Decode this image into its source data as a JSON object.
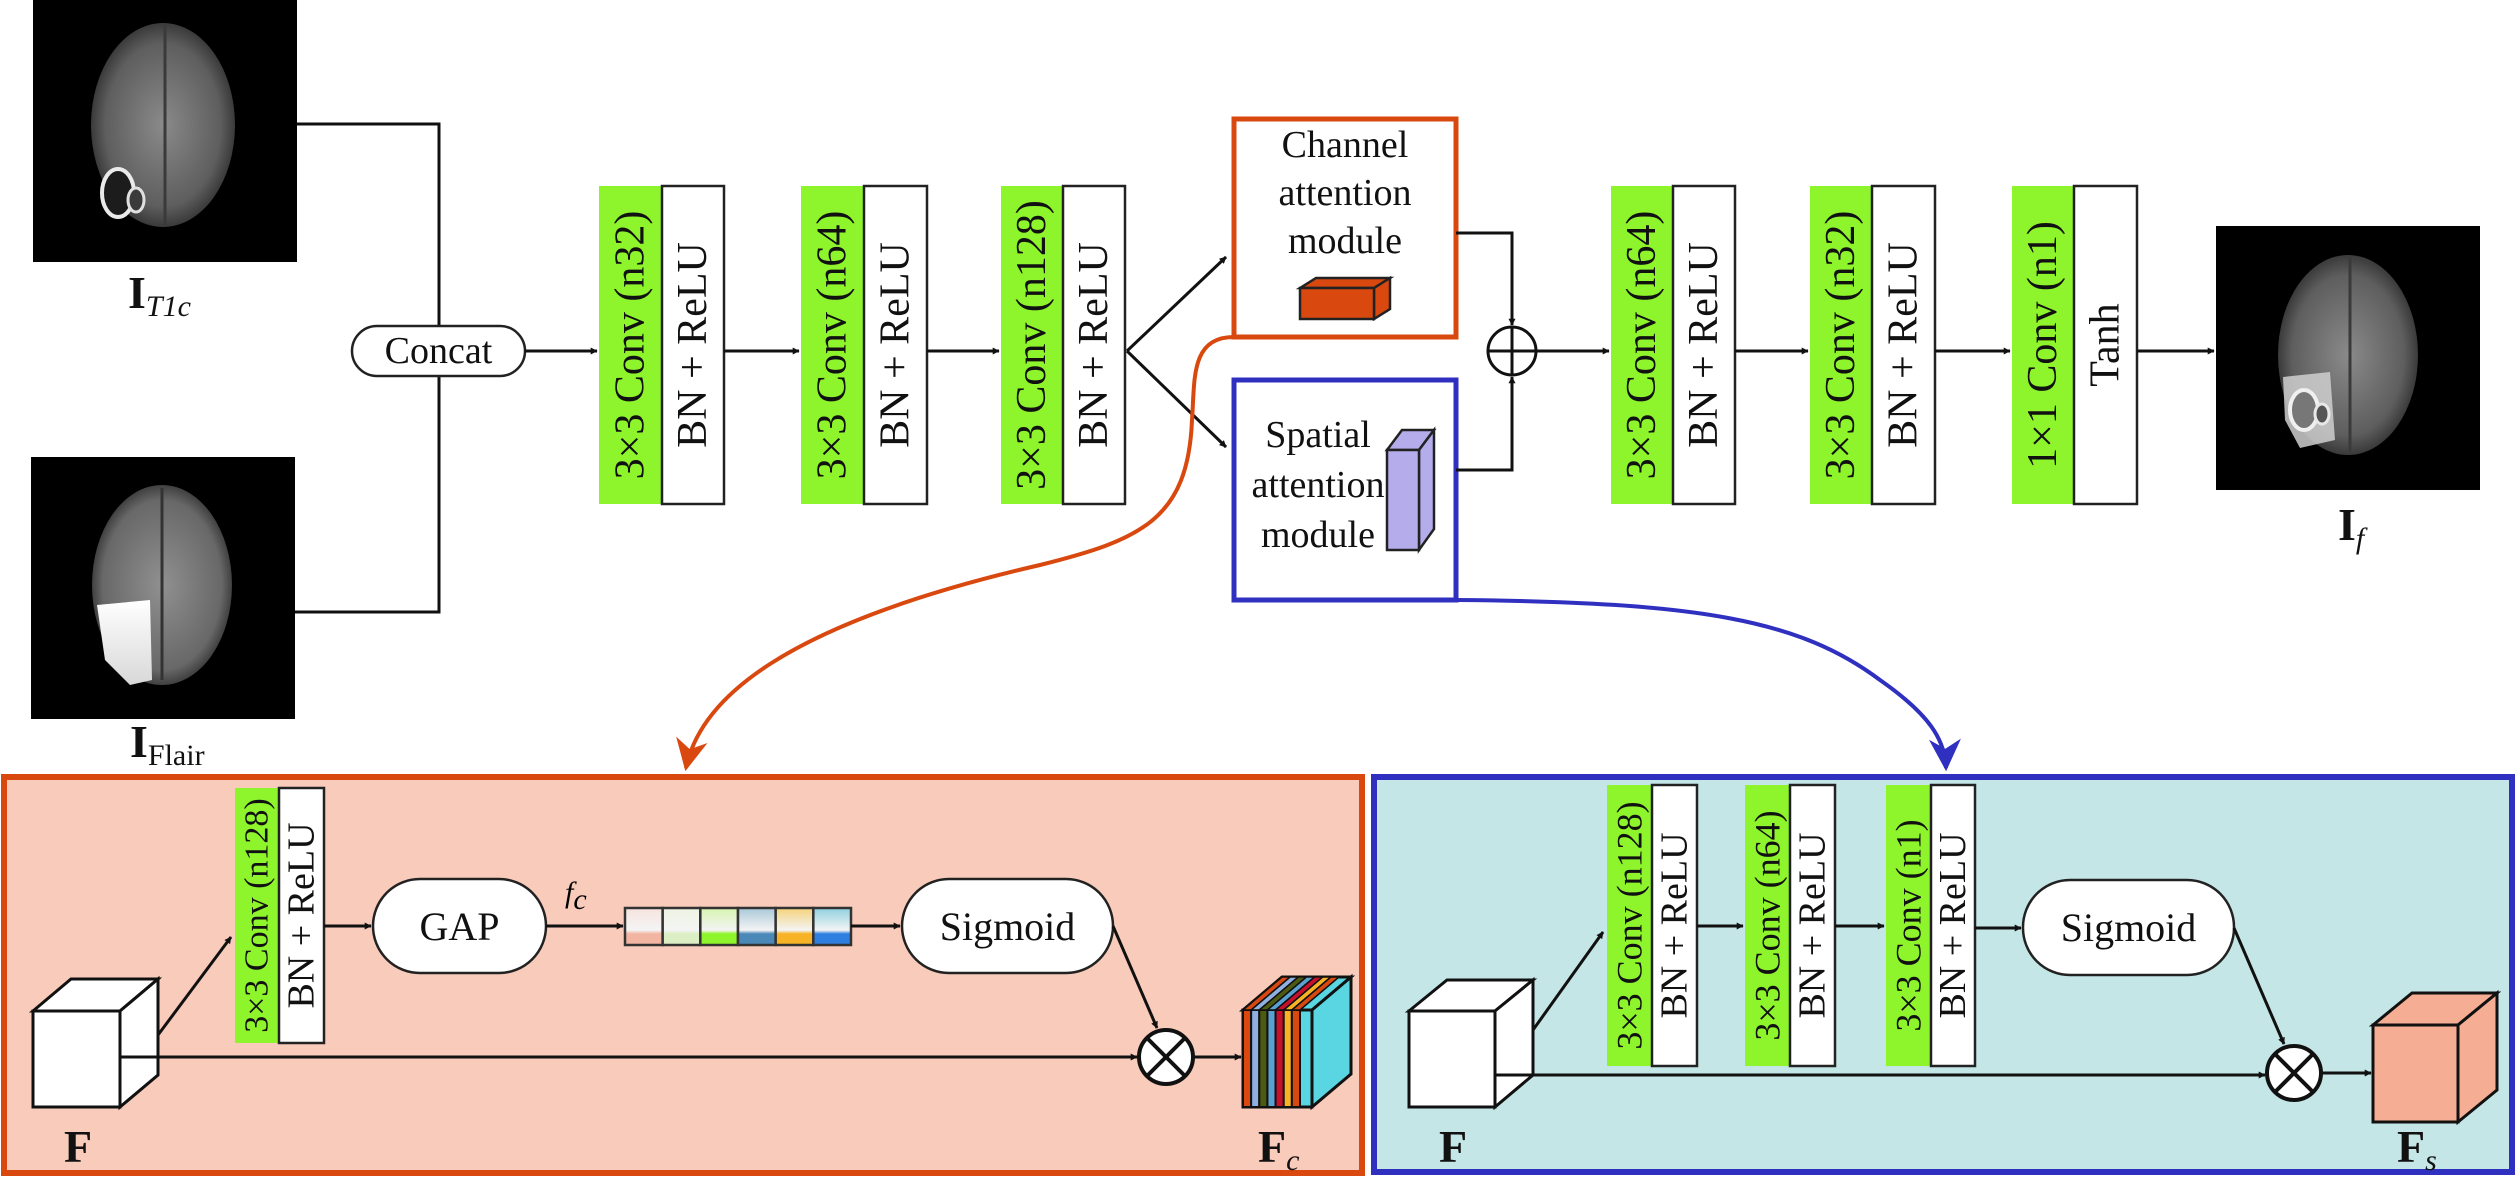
{
  "diagram": {
    "inputs": [
      {
        "symbol": "I",
        "subscript": "T1c",
        "image": "brain-mri-t1c"
      },
      {
        "symbol": "I",
        "subscript": "Flair",
        "image": "brain-mri-flair"
      }
    ],
    "output": {
      "symbol": "I",
      "subscript": "f",
      "image": "fused-brain-mri"
    },
    "concat_label": "Concat",
    "main_blocks": [
      {
        "conv": "3×3 Conv (n32)",
        "act": "BN + ReLU"
      },
      {
        "conv": "3×3 Conv (n64)",
        "act": "BN + ReLU"
      },
      {
        "conv": "3×3 Conv (n128)",
        "act": "BN + ReLU"
      },
      {
        "conv": "3×3 Conv (n64)",
        "act": "BN + ReLU"
      },
      {
        "conv": "3×3 Conv (n32)",
        "act": "BN + ReLU"
      },
      {
        "conv": "1×1 Conv (n1)",
        "act": "Tanh"
      }
    ],
    "channel_module": {
      "lines": [
        "Channel",
        "attention",
        "module"
      ]
    },
    "spatial_module": {
      "lines": [
        "Spatial",
        "attention",
        "module"
      ]
    },
    "sum_symbol": "⊕",
    "channel_panel": {
      "input_label": {
        "symbol": "F"
      },
      "conv": {
        "conv": "3×3 Conv (n128)",
        "act": "BN + ReLU"
      },
      "gap_label": "GAP",
      "vector_label": {
        "symbol": "f",
        "subscript": "c"
      },
      "vector_cells": [
        {
          "top": "#f6e4e0",
          "bottom": "#f2b5a1"
        },
        {
          "top": "#eef3e2",
          "bottom": "#dcefc4"
        },
        {
          "top": "#d6f5b0",
          "bottom": "#8ef42b"
        },
        {
          "top": "#a9c8d8",
          "bottom": "#4a88b8"
        },
        {
          "top": "#f5d27a",
          "bottom": "#f7b325"
        },
        {
          "top": "#8fd0e0",
          "bottom": "#2f7fe0"
        }
      ],
      "sigmoid_label": "Sigmoid",
      "multiply_symbol": "⊗",
      "output_label": {
        "symbol": "F",
        "subscript": "c"
      },
      "output_stripes": [
        "#d9480f",
        "#8fb0e0",
        "#4d5a12",
        "#5aa0d0",
        "#c8102e",
        "#f7b325",
        "#d9480f"
      ]
    },
    "spatial_panel": {
      "input_label": {
        "symbol": "F"
      },
      "convs": [
        {
          "conv": "3×3 Conv (n128)",
          "act": "BN + ReLU"
        },
        {
          "conv": "3×3 Conv (n64)",
          "act": "BN + ReLU"
        },
        {
          "conv": "3×3 Conv (n1)",
          "act": "BN + ReLU"
        }
      ],
      "sigmoid_label": "Sigmoid",
      "multiply_symbol": "⊗",
      "output_label": {
        "symbol": "F",
        "subscript": "s"
      }
    },
    "colors": {
      "conv_green": "#8ef42b",
      "channel_accent": "#d9480f",
      "channel_panel_bg": "#f9cbbb",
      "spatial_accent": "#3030c0",
      "spatial_panel_bg": "#c5e6e6",
      "channel_cube": "#d9480f",
      "spatial_cube": "#b5acec",
      "fs_cube": "#f5ae94",
      "fc_cube_side": "#5ad6e2"
    }
  }
}
